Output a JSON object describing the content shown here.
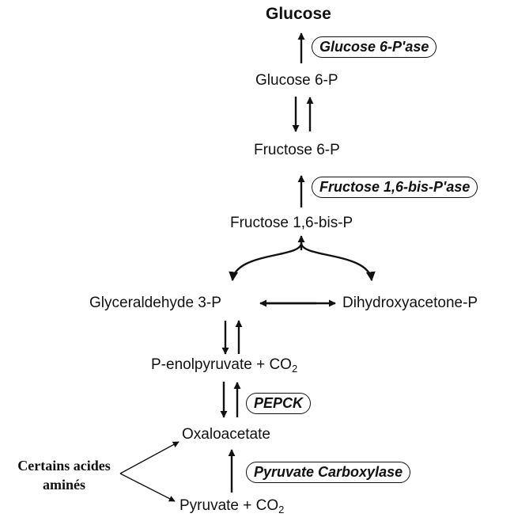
{
  "nodes": {
    "glucose": "Glucose",
    "glucose_6p": "Glucose 6-P",
    "fructose_6p": "Fructose 6-P",
    "fructose_16bisp": "Fructose 1,6-bis-P",
    "glyceraldehyde_3p": "Glyceraldehyde 3-P",
    "dihydroxyacetone_p": "Dihydroxyacetone-P",
    "penolpyruvate": "P-enolpyruvate + CO",
    "oxaloacetate": "Oxaloacetate",
    "pyruvate": "Pyruvate + CO",
    "co2_subscript": "2"
  },
  "enzymes": {
    "glucose_6_pase": "Glucose 6-P'ase",
    "fructose_16_bis_pase": "Fructose 1,6-bis-P'ase",
    "pepck": "PEPCK",
    "pyruvate_carboxylase": "Pyruvate Carboxylase"
  },
  "annotation": {
    "line1": "Certains acides",
    "line2": "aminés"
  },
  "colors": {
    "ink": "#111111",
    "background": "#ffffff"
  }
}
